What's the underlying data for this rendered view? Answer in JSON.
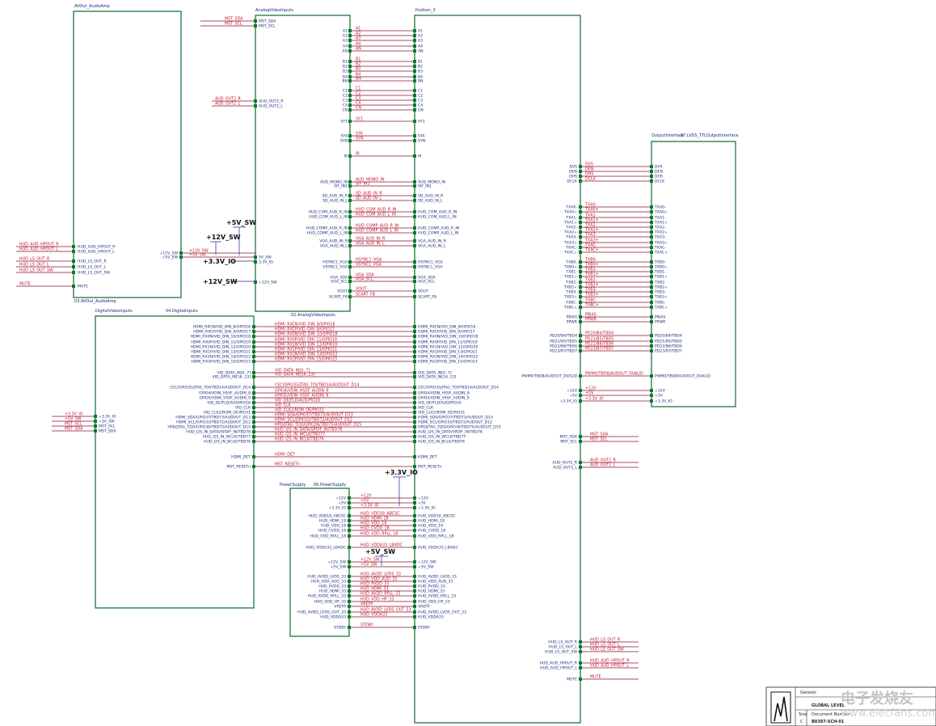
{
  "blocks": {
    "avout": {
      "title": "AVOut_AudioAmp",
      "file": "03.AVOut_AudioAmp",
      "pins_left": [
        "HUD_AUD_HPOUT_R",
        "HUD_AUD_HPOUT_L",
        "HUD_LS_OUT_R",
        "HUD_LS_OUT_L",
        "HUD_LS_OUT_SW",
        "MUTE"
      ],
      "pins_power": [
        "+12V_SW",
        "+5V_SW"
      ]
    },
    "analog": {
      "title": "AnalogVideoInputs",
      "file": "02.AnalogVideoInputs",
      "pins_left_top": [
        "MST_SDA",
        "MST_SCL"
      ],
      "pins_left_aud": [
        "AUD_OUT2_R",
        "AUD_OUT2_L"
      ],
      "pins_left_pwr": [
        "5V_SW",
        "3.3V_IO",
        "+12V_SW"
      ],
      "pins_right": [
        "A1",
        "A2",
        "A3",
        "A4",
        "AN",
        "B1",
        "B2",
        "B3",
        "B4",
        "BN",
        "C1",
        "C2",
        "C3",
        "C4",
        "CN",
        "SY1",
        "SYA",
        "SYN",
        "IR",
        "AUD_MONO_IN",
        "SIF_IN1",
        "SD_AUD_IN_R",
        "SD_AUD_IN_L",
        "HUD_COM_AUD_R_IN",
        "HUD_COM_AUD_L_IN",
        "HUD_COMP_AUD_R_IN",
        "HUD_COMP_AUD_L_IN",
        "VGA_AUD_IN_R",
        "VGA_AUD_IN_L",
        "HSYNC1_VGA",
        "VSYNC1_VGA",
        "VGA_SDA",
        "VGA_SCL",
        "VOUT",
        "SCART_FB"
      ]
    },
    "hudson": {
      "title": "Hudson_3"
    },
    "digital": {
      "title": "DigitalVideoInputs",
      "file": "04.DigitalInputs",
      "pins_left": [
        "+3.3V_IO",
        "+5V_SW",
        "MST_SCL",
        "MST_SDA"
      ],
      "pins_right": [
        "HDMI_RXCN/VID_DIN_8/GPIO16",
        "HDMI_RXCP/VID_DIN_9/GPIO17",
        "HDMI_RX0N/VID_DIN_10/GPIO18",
        "HDMI_RX0P/VID_DIN_11/GPIO19",
        "HDMI_RX1N/VID_DIN_12/GPIO20",
        "HDMI_RX1P/VID_DIN_13/GPIO21",
        "HDMI_RX2N/VID_DIN_14/GPIO22",
        "HDMI_RX2P/VID_DIN_15/GPIO23",
        "VID_DATA_IN[0..7]",
        "VID_DATA_IN[16..23]",
        "CEC/GPIO35/JTAG_TDI/TBD14/AUDOUT_D14",
        "GPIO4/VDIN_HSSF_AUDIN_8",
        "GPIO5/VDIN_VSSF_AUDIN_9",
        "VID_DE/FLD/AUD/PIO16",
        "VID_CLK",
        "VID_CLK2/ROM_OE/PIO31",
        "HDMI_SDA/GPIO37/TBD73/AUDOUT_D13",
        "HDMI_SCL/GPIO33/TBD72/AUDOUT_D12",
        "HPD/JTAG_TDO/GPIO36/TBD75/AUDOUT_D15",
        "HUD_I2S_IN_DATA/SPDIF_IN/TBD78",
        "HUD_I2S_IN_WCLK/TBD77",
        "HUD_I2S_IN_BCLK/TBD76",
        "HDMI_DET",
        "MST_RESETn"
      ]
    },
    "output": {
      "title": "OutputInterface",
      "file": "07.LVDS_TTLOutputInterface",
      "pins_left": [
        "DVS",
        "DEN",
        "DHS",
        "DCLK",
        "TXA0-",
        "TXA0+",
        "TXA1-",
        "TXA1+",
        "TXA2-",
        "TXA2+",
        "TXA3-",
        "TXA3+",
        "TXAC-",
        "TXAC+",
        "TXB0-",
        "TXB0+",
        "TXB1-",
        "TXB1+",
        "TXB2-",
        "TXB2+",
        "TXB3-",
        "TXB3+",
        "TXBC-",
        "TXBC+",
        "PBIAS",
        "PPWR",
        "PD20/B4/TBD4",
        "PD21/B5/TBD5",
        "PD22/B6/TBD6",
        "PD23/B7/TBD7",
        "PWM0/TBD8/AUDOUT_DVALID",
        "+12V",
        "+5V",
        "+3.3V_IO"
      ]
    },
    "power": {
      "title": "PowerSupply",
      "file": "06.PowerSupply",
      "pins_right": [
        "+12V",
        "+5V",
        "+3.3V_IO",
        "HUD_VDD18_ABCSC",
        "HUD_HDMI_18",
        "HUD_VDD_18",
        "HUD_CVDD_18",
        "HUD_VDD_RPLL_18",
        "HUD_VDDA33_LBADC",
        "+12V_SW",
        "+5V_SW",
        "HUD_AVDD_LVDS_33",
        "HUD_VDD_AUD_33",
        "HUD_PVDD_33",
        "HUD_HDMI_33",
        "HUD_AVDD_RPLL_33",
        "HUD_VDD_HP_33",
        "VREFP",
        "HUD_AVDD_LVDS_OUT_33",
        "HUD_VDDA33",
        "STDBY"
      ]
    }
  },
  "hudson_right_pins": [
    "MST_SDA",
    "MST_SCL",
    "AUD_OUT2_R",
    "AUD_OUT2_L",
    "HUD_LS_OUT_R",
    "HUD_LS_OUT_L",
    "HUD_LS_OUT_SW",
    "HUD_AUD_HPOUT_R",
    "HUD_AUD_HPOUT_L",
    "MUTE"
  ],
  "power_symbols": {
    "p5v_sw": "+5V_SW",
    "p12v_sw": "+12V_SW",
    "p33v_io": "+3.3V_IO"
  },
  "title_block": {
    "company": "Genesis",
    "title": "GLOBAL LEVEL",
    "size_label": "Size",
    "size": "C",
    "doc_label": "Document Number",
    "doc": "B8387-SCH-01"
  },
  "watermark": {
    "brand": "电子发烧友",
    "url": "www.elecfans.com"
  },
  "colors": {
    "block_border": "#0a6b2e",
    "wire": "#8a1030",
    "net_label": "#c0152a",
    "pin_text": "#1a2a7a"
  }
}
